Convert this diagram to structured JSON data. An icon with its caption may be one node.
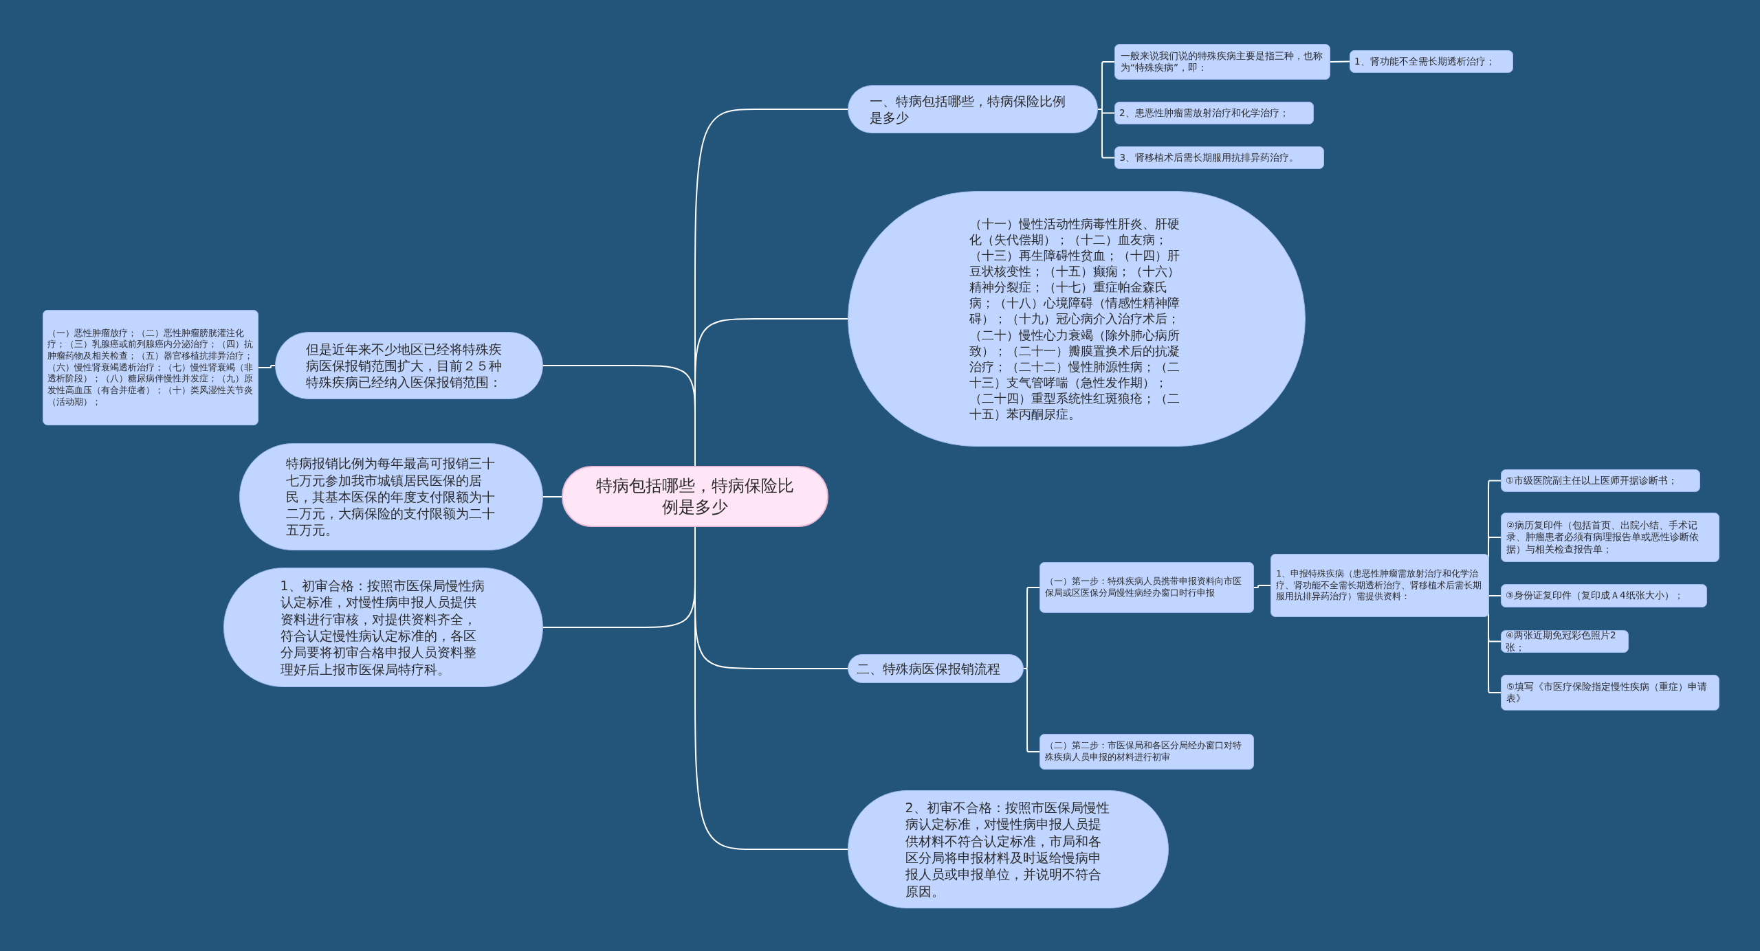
{
  "diagram": {
    "nodes": [
      {
        "text": [
          "特病包括哪些，特病保险比例是多少"
        ]
      },
      {
        "text": [
          "一、特病包括哪些，特病保险比例是多少"
        ]
      },
      {
        "text": [
          "一般来说我们说的特殊疾病主要是指三种，也称为“特殊疾病”，即："
        ]
      },
      {
        "text": [
          "1、肾功能不全需长期透析治疗；"
        ]
      },
      {
        "text": [
          "2、患恶性肿瘤需放射治疗和化学治疗；"
        ]
      },
      {
        "text": [
          "3、肾移植术后需长期服用抗排异药治疗。"
        ]
      },
      {
        "text": [
          "（十一）慢性活动性病毒性肝炎、肝硬化（失代偿期）；（十二）血友病；（十三）再生障碍性贫血；（十四）肝豆状核变性；（十五）癫痫；（十六）精神分裂症；（十七）重症帕金森氏病；（十八）心境障碍（情感性精神障碍）；（十九）冠心病介入治疗术后；（二十）慢性心力衰竭（除外肺心病所致）；（二十一）瓣膜置换术后的抗凝治疗；（二十二）慢性肺源性病；（二十三）支气管哮喘（急性发作期）；（二十四）重型系统性红斑狼疮；（二十五）苯丙酮尿症。"
        ]
      },
      {
        "text": [
          "二、特殊病医保报销流程"
        ]
      },
      {
        "text": [
          "（一）第一步：特殊疾病人员携带申报资料向市医保局或区医保分局慢性病经办窗口时行申报"
        ]
      },
      {
        "text": [
          "1、申报特殊疾病（患恶性肿瘤需放射治疗和化学治疗、肾功能不全需长期透析治疗、肾移植术后需长期服用抗排异药治疗）需提供资料："
        ]
      },
      {
        "text": [
          "①市级医院副主任以上医师开据诊断书；"
        ]
      },
      {
        "text": [
          "②病历复印件（包括首页、出院小结、手术记录、肿瘤患者必须有病理报告单或恶性诊断依据）与相关检查报告单；"
        ]
      },
      {
        "text": [
          "③身份证复印件（复印成Ａ4纸张大小）；"
        ]
      },
      {
        "text": [
          "④两张近期免冠彩色照片2张；"
        ]
      },
      {
        "text": [
          "⑤填写《市医疗保险指定慢性疾病（重症）申请表》"
        ]
      },
      {
        "text": [
          "（二）第二步：市医保局和各区分局经办窗口对特殊疾病人员申报的材料进行初审"
        ]
      },
      {
        "text": [
          "2、初审不合格：按照市医保局慢性病认定标准，对慢性病申报人员提供材料不符合认定标准，市局和各区分局将申报材料及时返给慢病申报人员或申报单位，并说明不符合原因。"
        ]
      },
      {
        "text": [
          "但是近年来不少地区已经将特殊疾病医保报销范围扩大，目前２５种特殊疾病已经纳入医保报销范围："
        ]
      },
      {
        "text": [
          "（一）恶性肿瘤放疗；（二）恶性肿瘤膀胱灌注化疗；（三）乳腺癌或前列腺癌内分泌治疗；（四）抗肿瘤药物及相关检查；（五）器官移植抗排异治疗；（六）慢性肾衰竭透析治疗；（七）慢性肾衰竭（非透析阶段）；（八）糖尿病伴慢性并发症；（九）原发性高血压（有合并症者）；（十）类风湿性关节炎（活动期）；"
        ]
      },
      {
        "text": [
          "特病报销比例为每年最高可报销三十七万元参加我市城镇居民医保的居民，其基本医保的年度支付限额为十二万元，大病保险的支付限额为二十五万元。"
        ]
      },
      {
        "text": [
          "1、初审合格：按照市医保局慢性病认定标准，对慢性病申报人员提供资料进行审核，对提供资料齐全，符合认定慢性病认定标准的，各区分局要将初审合格申报人员资料整理好后上报市医保局特疗科。"
        ]
      }
    ],
    "edges": [
      {
        "from": 0,
        "to": 1,
        "arrow": "none"
      },
      {
        "from": 1,
        "to": 2,
        "arrow": "none"
      },
      {
        "from": 2,
        "to": 3,
        "arrow": "none"
      },
      {
        "from": 1,
        "to": 4,
        "arrow": "none"
      },
      {
        "from": 1,
        "to": 5,
        "arrow": "none"
      },
      {
        "from": 0,
        "to": 6,
        "arrow": "none"
      },
      {
        "from": 0,
        "to": 7,
        "arrow": "none"
      },
      {
        "from": 7,
        "to": 8,
        "arrow": "none"
      },
      {
        "from": 8,
        "to": 9,
        "arrow": "none"
      },
      {
        "from": 9,
        "to": 10,
        "arrow": "none"
      },
      {
        "from": 9,
        "to": 11,
        "arrow": "none"
      },
      {
        "from": 9,
        "to": 12,
        "arrow": "none"
      },
      {
        "from": 9,
        "to": 13,
        "arrow": "none"
      },
      {
        "from": 9,
        "to": 14,
        "arrow": "none"
      },
      {
        "from": 7,
        "to": 15,
        "arrow": "none"
      },
      {
        "from": 0,
        "to": 16,
        "arrow": "none"
      },
      {
        "from": 0,
        "to": 17,
        "arrow": "none"
      },
      {
        "from": 17,
        "to": 18,
        "arrow": "none"
      },
      {
        "from": 0,
        "to": 19,
        "arrow": "none"
      },
      {
        "from": 0,
        "to": 20,
        "arrow": "none"
      }
    ]
  }
}
